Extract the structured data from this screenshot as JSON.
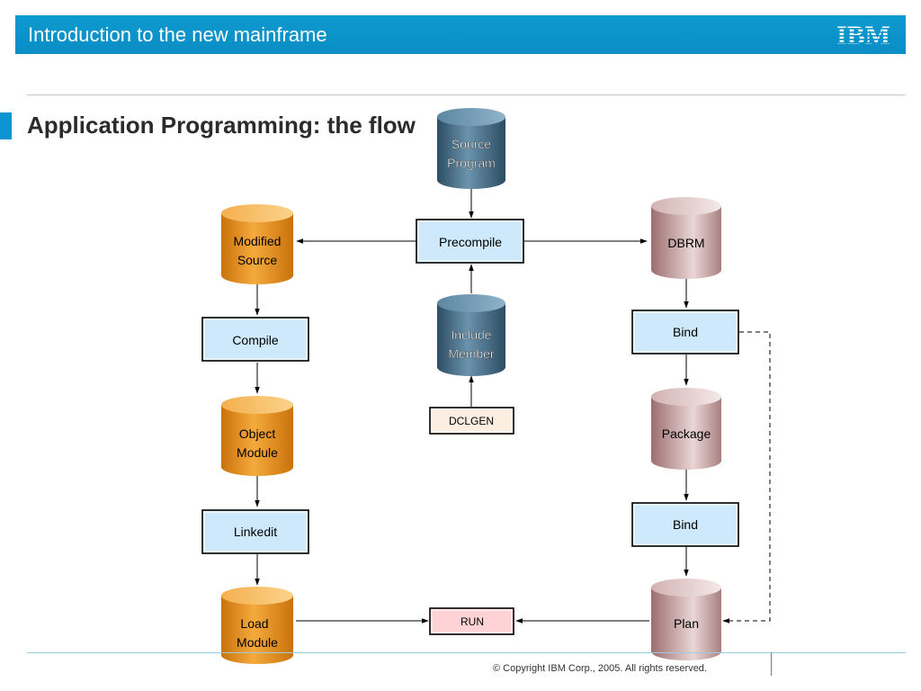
{
  "header": {
    "title": "Introduction to the new mainframe",
    "logo_text": "IBM",
    "background": "#0d9bd0"
  },
  "page_title": "Application Programming: the flow",
  "diagram": {
    "nodes": {
      "source_program": {
        "label": [
          "Source",
          "Program"
        ],
        "shape": "cylinder",
        "color": "#3d6680"
      },
      "precompile": {
        "label": [
          "Precompile"
        ],
        "shape": "process-box",
        "color": "#cde9fb"
      },
      "modified_source": {
        "label": [
          "Modified",
          "Source"
        ],
        "shape": "cylinder",
        "color": "#e8921e"
      },
      "dbrm": {
        "label": [
          "DBRM"
        ],
        "shape": "cylinder",
        "color": "#c49494"
      },
      "compile": {
        "label": [
          "Compile"
        ],
        "shape": "process-box",
        "color": "#cde9fb"
      },
      "include_member": {
        "label": [
          "Include",
          "Member"
        ],
        "shape": "cylinder",
        "color": "#3d6680"
      },
      "bind_1": {
        "label": [
          "Bind"
        ],
        "shape": "process-box",
        "color": "#cde9fb"
      },
      "dclgen": {
        "label": [
          "DCLGEN"
        ],
        "shape": "box",
        "color": "#fdeee2"
      },
      "object_module": {
        "label": [
          "Object",
          "Module"
        ],
        "shape": "cylinder",
        "color": "#e8921e"
      },
      "package": {
        "label": [
          "Package"
        ],
        "shape": "cylinder",
        "color": "#c49494"
      },
      "linkedit": {
        "label": [
          "Linkedit"
        ],
        "shape": "process-box",
        "color": "#cde9fb"
      },
      "bind_2": {
        "label": [
          "Bind"
        ],
        "shape": "process-box",
        "color": "#cde9fb"
      },
      "load_module": {
        "label": [
          "Load",
          "Module"
        ],
        "shape": "cylinder",
        "color": "#e8921e"
      },
      "run": {
        "label": [
          "RUN"
        ],
        "shape": "box",
        "color": "#ffd2d6"
      },
      "plan": {
        "label": [
          "Plan"
        ],
        "shape": "cylinder",
        "color": "#c49494"
      }
    },
    "edges": [
      {
        "from": "source_program",
        "to": "precompile",
        "style": "solid"
      },
      {
        "from": "precompile",
        "to": "modified_source",
        "style": "solid"
      },
      {
        "from": "precompile",
        "to": "dbrm",
        "style": "solid"
      },
      {
        "from": "include_member",
        "to": "precompile",
        "style": "solid"
      },
      {
        "from": "dclgen",
        "to": "include_member",
        "style": "solid"
      },
      {
        "from": "modified_source",
        "to": "compile",
        "style": "solid"
      },
      {
        "from": "compile",
        "to": "object_module",
        "style": "solid"
      },
      {
        "from": "object_module",
        "to": "linkedit",
        "style": "solid"
      },
      {
        "from": "linkedit",
        "to": "load_module",
        "style": "solid"
      },
      {
        "from": "load_module",
        "to": "run",
        "style": "solid"
      },
      {
        "from": "plan",
        "to": "run",
        "style": "solid"
      },
      {
        "from": "dbrm",
        "to": "bind_1",
        "style": "solid"
      },
      {
        "from": "bind_1",
        "to": "package",
        "style": "solid"
      },
      {
        "from": "package",
        "to": "bind_2",
        "style": "solid"
      },
      {
        "from": "bind_2",
        "to": "plan",
        "style": "solid"
      },
      {
        "from": "bind_1",
        "to": "plan",
        "style": "dashed"
      }
    ]
  },
  "footer": {
    "copyright": "© Copyright IBM Corp., 2005. All rights reserved."
  }
}
